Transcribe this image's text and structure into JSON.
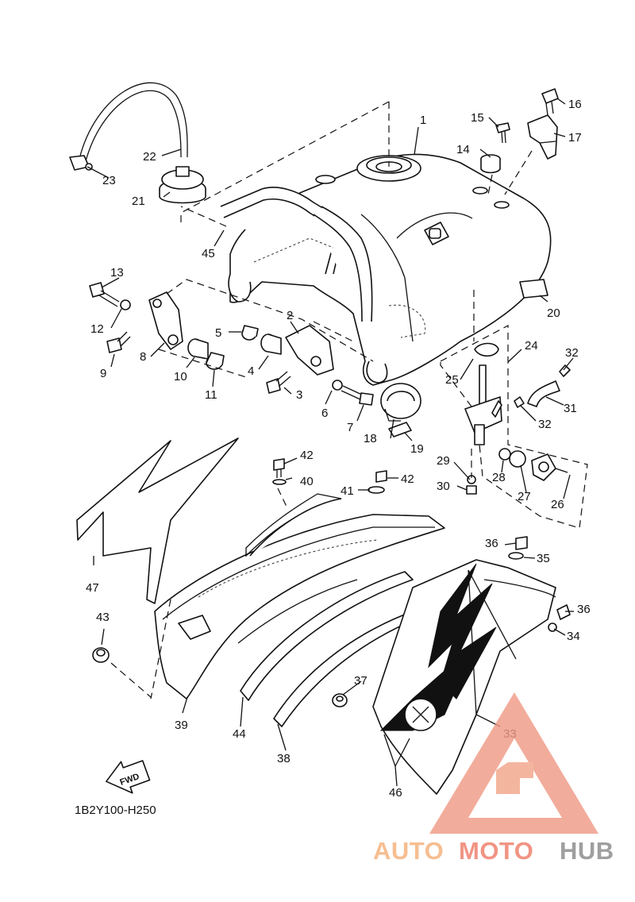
{
  "diagram": {
    "code_label": "1B2Y100-H250",
    "fwd_label": "FWD",
    "callouts": [
      "1",
      "2",
      "3",
      "4",
      "5",
      "6",
      "7",
      "8",
      "9",
      "10",
      "11",
      "12",
      "13",
      "14",
      "15",
      "16",
      "17",
      "18",
      "19",
      "20",
      "21",
      "22",
      "23",
      "24",
      "25",
      "26",
      "27",
      "28",
      "29",
      "30",
      "31",
      "32",
      "33",
      "34",
      "35",
      "36",
      "37",
      "38",
      "39",
      "40",
      "41",
      "42",
      "43",
      "44",
      "45",
      "46",
      "47"
    ]
  },
  "watermark": {
    "part1": "AUTO",
    "part2": "MOTO",
    "part3": "HUB",
    "color_light": "#f5b07a",
    "color_mid": "#ef7d6a",
    "color_dark": "#8a8a8a"
  }
}
